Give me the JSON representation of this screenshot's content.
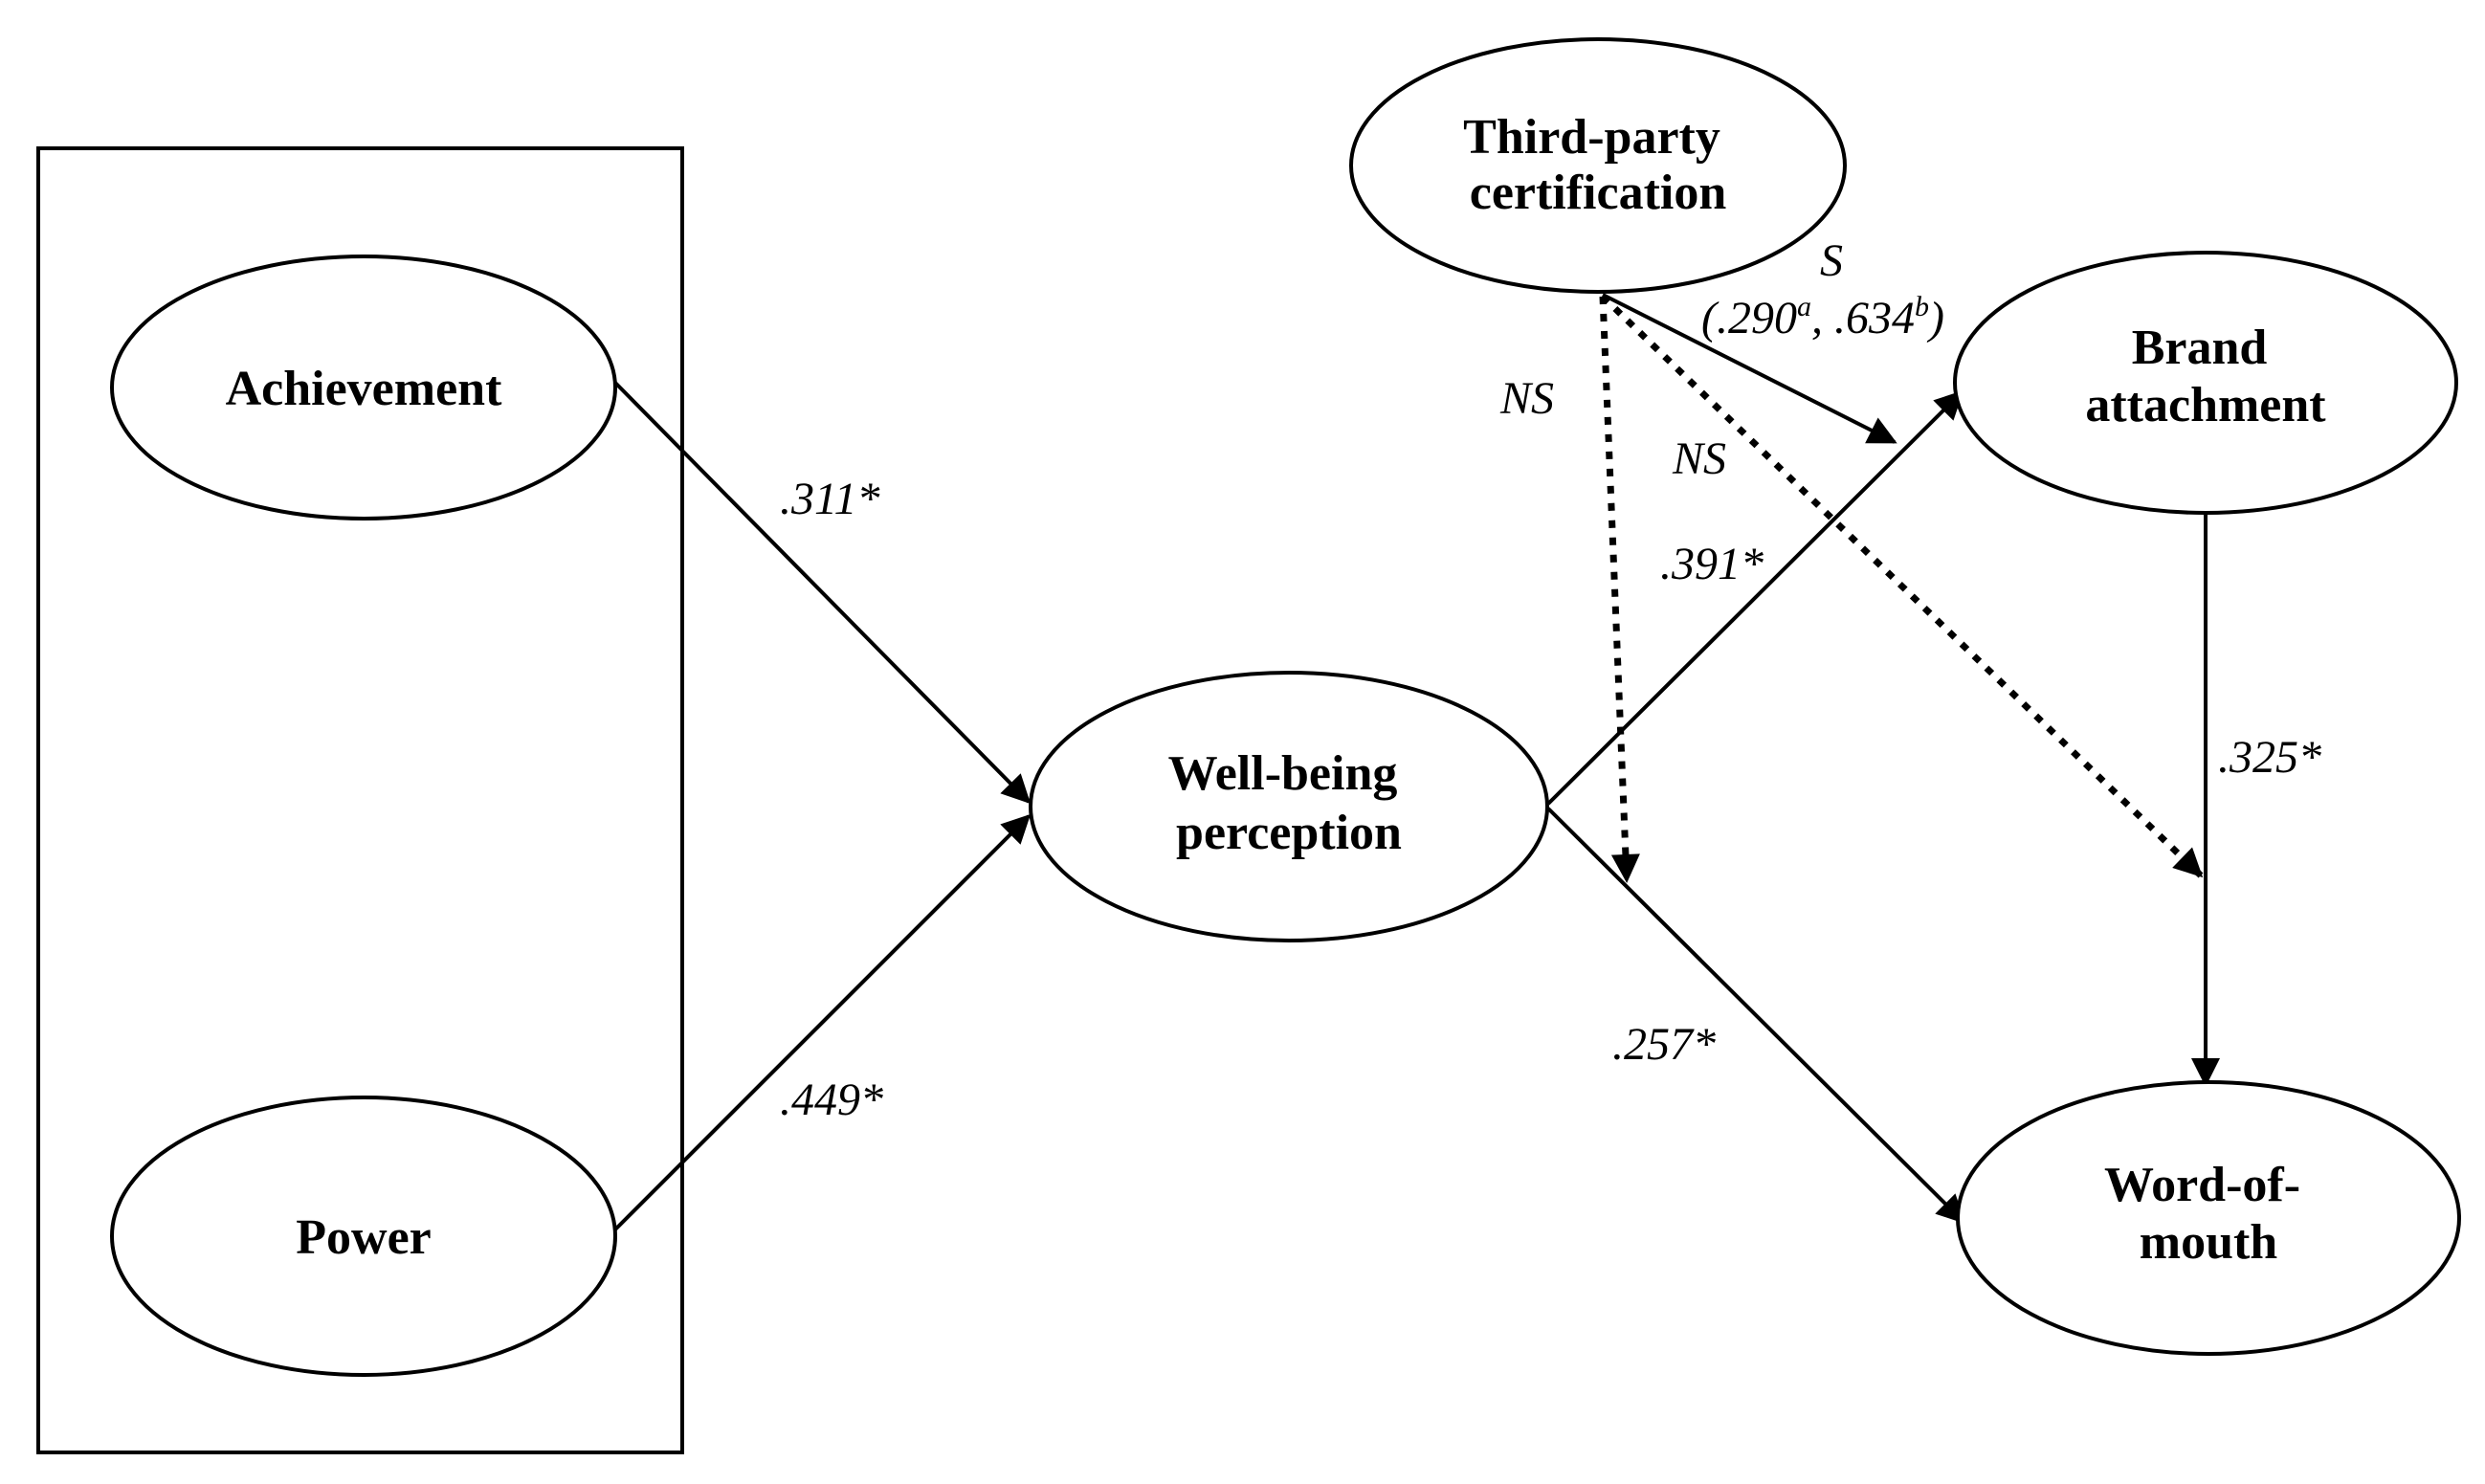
{
  "nodes": {
    "achievement": "Achievement",
    "power": "Power",
    "wellbeing": [
      "Well-being",
      "perception"
    ],
    "third_party": [
      "Third-party",
      "certification"
    ],
    "brand": [
      "Brand",
      "attachment"
    ],
    "wom": [
      "Word-of-",
      "mouth"
    ]
  },
  "edges": {
    "achievement_wellbeing": ".311*",
    "power_wellbeing": ".449*",
    "wellbeing_brand": ".391*",
    "wellbeing_wom": ".257*",
    "brand_wom": ".325*",
    "third_wellbeing_wom": "NS",
    "third_brand_wom": "NS",
    "third_wellbeing_brand": {
      "significance": "S",
      "open": "(",
      "value_a": ".290",
      "sup_a": "a",
      "separator": ", ",
      "value_b": ".634",
      "sup_b": "b",
      "close": ")"
    }
  }
}
